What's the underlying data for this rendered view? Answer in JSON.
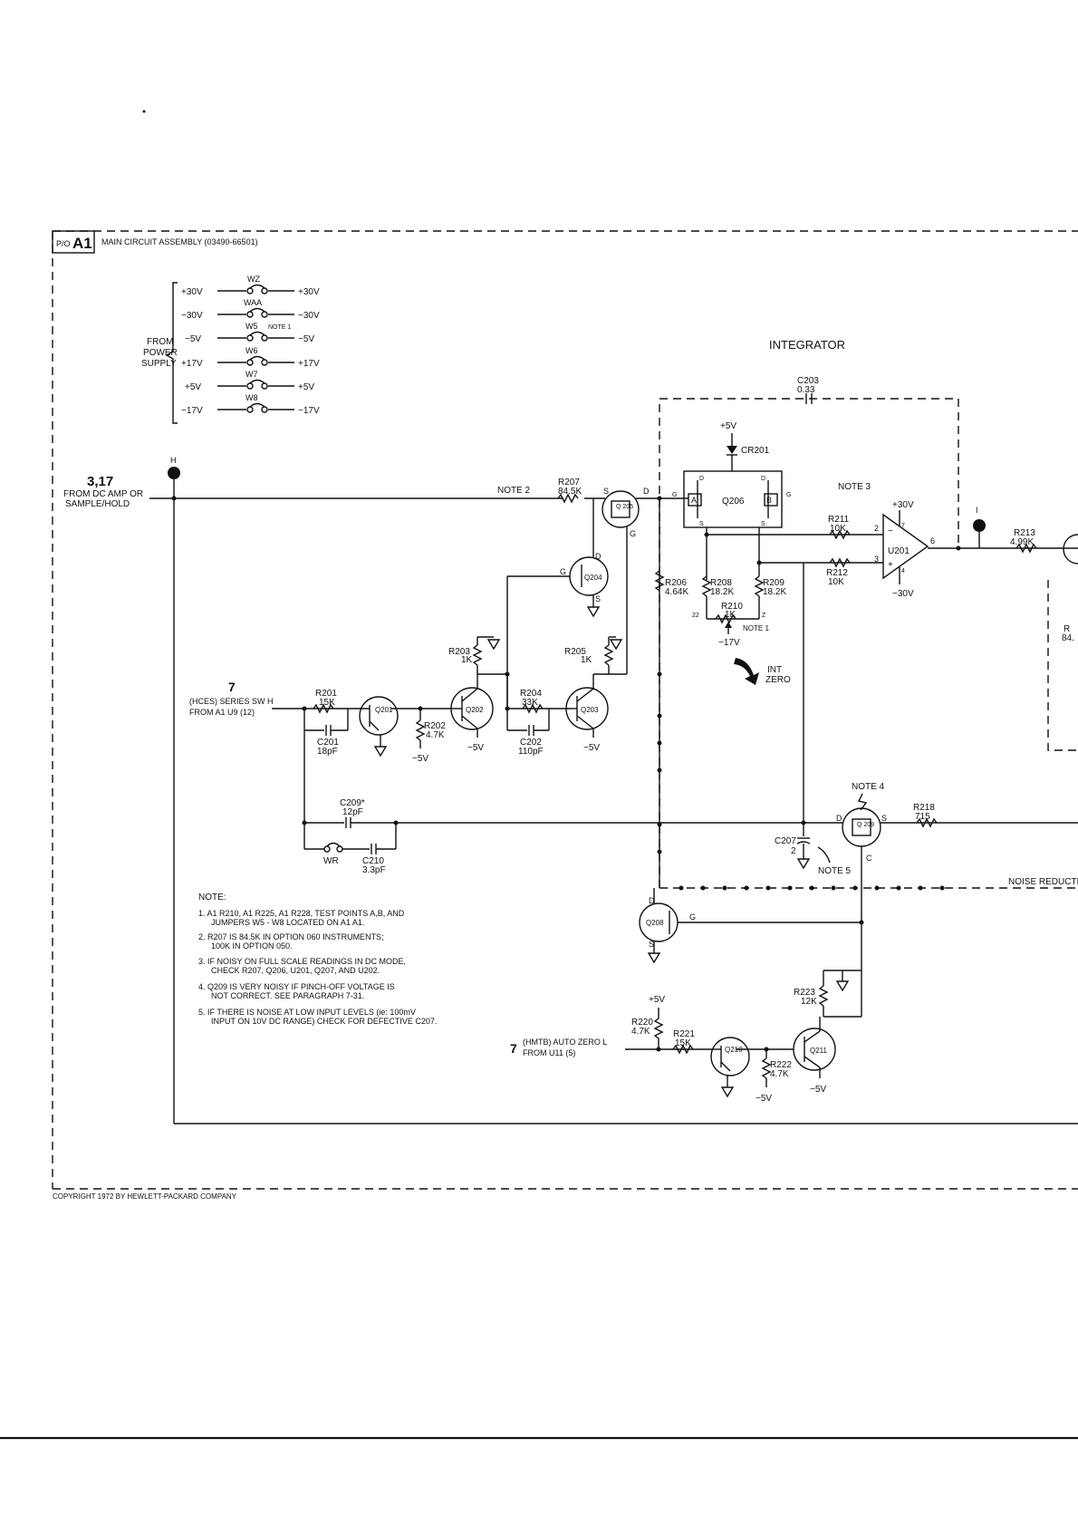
{
  "header": {
    "part_prefix": "P/O",
    "part_id": "A1",
    "title": "MAIN CIRCUIT ASSEMBLY (03490-66501)"
  },
  "power_jumpers": {
    "from_label": [
      "FROM",
      "POWER",
      "SUPPLY"
    ],
    "rows": [
      {
        "jumper": "WZ",
        "left": "+30V",
        "right": "+30V"
      },
      {
        "jumper": "WAA",
        "left": "−30V",
        "right": "−30V"
      },
      {
        "jumper": "W5",
        "left": "−5V",
        "right": "−5V",
        "note": "NOTE 1"
      },
      {
        "jumper": "W6",
        "left": "+17V",
        "right": "+17V"
      },
      {
        "jumper": "W7",
        "left": "+5V",
        "right": "+5V"
      },
      {
        "jumper": "W8",
        "left": "−17V",
        "right": "−17V"
      }
    ]
  },
  "inputs": {
    "main_point": "H",
    "main_number": "3,17",
    "main_label_1": "FROM DC AMP OR",
    "main_label_2": "SAMPLE/HOLD",
    "series_number": "7",
    "series_label_1": "(HCES) SERIES SW H",
    "series_label_2": "FROM A1 U9 (12)",
    "autozero_number": "7",
    "autozero_label_1": "(HMTB) AUTO ZERO L",
    "autozero_label_2": "FROM U11 (5)"
  },
  "sections": {
    "integrator": "INTEGRATOR",
    "noise_reduction": "NOISE REDUCTI",
    "test_point": "I"
  },
  "parts": {
    "r207": {
      "ref": "R207",
      "val": "84.5K",
      "note": "NOTE 2"
    },
    "c203": {
      "ref": "C203",
      "val": "0.33"
    },
    "cr201": {
      "ref": "CR201",
      "supply": "+5V"
    },
    "q205": {
      "ref": "Q 205",
      "s": "S",
      "d": "D",
      "g": "G"
    },
    "q206": {
      "ref": "Q206",
      "a": "A",
      "b": "B",
      "d": "D",
      "s": "S",
      "g": "G"
    },
    "note3": "NOTE 3",
    "u201": {
      "ref": "U201",
      "plus_supply": "+30V",
      "minus_supply": "−30V",
      "pin2": "2",
      "pin3": "3",
      "pin6": "6",
      "pin7": "7",
      "pin4": "4",
      "minus": "−",
      "plus": "+"
    },
    "r211": {
      "ref": "R211",
      "val": "10K"
    },
    "r212": {
      "ref": "R212",
      "val": "10K"
    },
    "r213": {
      "ref": "R213",
      "val": "4.99K"
    },
    "r_cut": {
      "ref": "R",
      "val": "84."
    },
    "r206": {
      "ref": "R206",
      "val": "4.64K"
    },
    "r208": {
      "ref": "R208",
      "val": "18.2K"
    },
    "r209": {
      "ref": "R209",
      "val": "18.2K"
    },
    "r210": {
      "ref": "R210",
      "val": "1K",
      "note": "NOTE 1",
      "supply": "−17V",
      "pin22": "22",
      "pinZ": "Z"
    },
    "int_zero": [
      "INT",
      "ZERO"
    ],
    "q204": {
      "ref": "Q204",
      "g": "G",
      "d": "D",
      "s": "S"
    },
    "r203": {
      "ref": "R203",
      "val": "1K"
    },
    "r205": {
      "ref": "R205",
      "val": "1K"
    },
    "r204": {
      "ref": "R204",
      "val": "33K"
    },
    "c202": {
      "ref": "C202",
      "val": "110pF"
    },
    "r201": {
      "ref": "R201",
      "val": "15K"
    },
    "c201": {
      "ref": "C201",
      "val": "18pF"
    },
    "q201": {
      "ref": "Q201"
    },
    "r202": {
      "ref": "R202",
      "val": "4.7K",
      "supply": "−5V"
    },
    "q202": {
      "ref": "Q202",
      "supply": "−5V"
    },
    "q203": {
      "ref": "Q203",
      "supply": "−5V"
    },
    "c209": {
      "ref": "C209*",
      "val": "12pF"
    },
    "wr": {
      "ref": "WR"
    },
    "c210": {
      "ref": "C210",
      "val": "3.3pF"
    },
    "q209": {
      "ref": "Q 209",
      "note": "NOTE 4",
      "d": "D",
      "s": "S",
      "c": "C"
    },
    "r218": {
      "ref": "R218",
      "val": "715"
    },
    "c207": {
      "ref": "C207",
      "val": "2",
      "note": "NOTE 5"
    },
    "q208": {
      "ref": "Q208",
      "d": "D",
      "s": "S",
      "g": "G"
    },
    "r223": {
      "ref": "R223",
      "val": "12K"
    },
    "r220": {
      "ref": "R220",
      "val": "4.7K",
      "supply": "+5V"
    },
    "r221": {
      "ref": "R221",
      "val": "15K"
    },
    "q210": {
      "ref": "Q210"
    },
    "r222": {
      "ref": "R222",
      "val": "4.7K",
      "supply": "−5V"
    },
    "q211": {
      "ref": "Q211",
      "supply": "−5V"
    }
  },
  "notes": {
    "heading": "NOTE:",
    "lines": [
      "1. A1 R210, A1 R225, A1 R228, TEST POINTS A,B, AND",
      "JUMPERS W5 - W8 LOCATED ON A1 A1.",
      "2. R207 IS 84.5K IN OPTION 060 INSTRUMENTS;",
      "100K IN OPTION 050.",
      "3. IF NOISY ON FULL SCALE READINGS IN DC MODE,",
      "CHECK R207, Q206, U201, Q207, AND U202.",
      "4. Q209 IS VERY NOISY IF PINCH-OFF VOLTAGE IS",
      "NOT CORRECT. SEE PARAGRAPH 7-31.",
      "5. IF THERE IS NOISE AT LOW INPUT LEVELS (ie: 100mV",
      "INPUT ON 10V DC RANGE) CHECK FOR DEFECTIVE C207."
    ]
  },
  "footer": {
    "copyright": "COPYRIGHT 1972 BY HEWLETT-PACKARD COMPANY"
  }
}
